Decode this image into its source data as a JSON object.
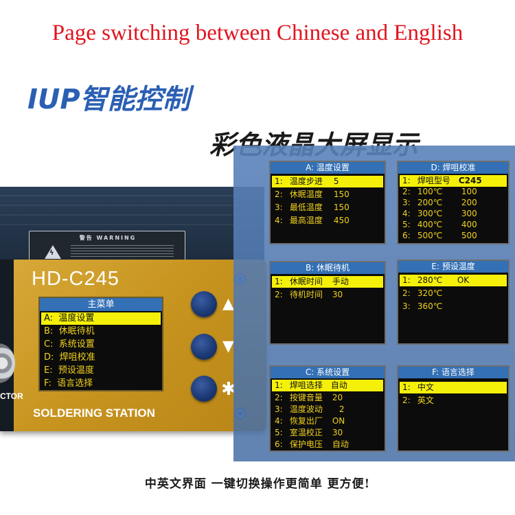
{
  "headline": "Page switching between Chinese and English",
  "title1": "IUP智能控制",
  "title2": "彩色液晶大屏显示",
  "device": {
    "model": "HD-C245",
    "station_label": "SOLDERING STATION",
    "connector_label": "CTOR",
    "warning_label": "警告 WARNING",
    "main_screen": {
      "title": "主菜单",
      "items": [
        {
          "key": "A:",
          "label": "温度设置",
          "selected": true
        },
        {
          "key": "B:",
          "label": "休眠待机",
          "selected": false
        },
        {
          "key": "C:",
          "label": "系统设置",
          "selected": false
        },
        {
          "key": "D:",
          "label": "焊咀校准",
          "selected": false
        },
        {
          "key": "E:",
          "label": "预设温度",
          "selected": false
        },
        {
          "key": "F:",
          "label": "语言选择",
          "selected": false
        }
      ]
    },
    "buttons": [
      {
        "name": "up-button",
        "icon": "triangle-up-icon",
        "glyph": "▲"
      },
      {
        "name": "down-button",
        "icon": "triangle-down-icon",
        "glyph": "▼"
      },
      {
        "name": "star-button",
        "icon": "asterisk-icon",
        "glyph": "✱"
      }
    ]
  },
  "panels": {
    "a": {
      "title": "A: 温度设置",
      "rows": [
        {
          "num": "1:",
          "label": "温度步进",
          "value": "5",
          "selected": true
        },
        {
          "num": "2:",
          "label": "休眠温度",
          "value": "150",
          "selected": false
        },
        {
          "num": "3:",
          "label": "最低温度",
          "value": "150",
          "selected": false
        },
        {
          "num": "4:",
          "label": "最高温度",
          "value": "450",
          "selected": false
        }
      ]
    },
    "d": {
      "title": "D: 焊咀校准",
      "rows": [
        {
          "num": "1:",
          "label": "焊咀型号",
          "value": "C245",
          "selected": true
        },
        {
          "num": "2:",
          "label": "100℃",
          "value": "100",
          "selected": false
        },
        {
          "num": "3:",
          "label": "200℃",
          "value": "200",
          "selected": false
        },
        {
          "num": "4:",
          "label": "300℃",
          "value": "300",
          "selected": false
        },
        {
          "num": "5:",
          "label": "400℃",
          "value": "400",
          "selected": false
        },
        {
          "num": "6:",
          "label": "500℃",
          "value": "500",
          "selected": false
        }
      ]
    },
    "b": {
      "title": "B: 休眠待机",
      "rows": [
        {
          "num": "1:",
          "label": "休眠时间",
          "value": "手动",
          "selected": true
        },
        {
          "num": "2:",
          "label": "待机时间",
          "value": "30",
          "selected": false
        }
      ]
    },
    "e": {
      "title": "E: 预设温度",
      "rows": [
        {
          "num": "1:",
          "label": "280℃",
          "value": "OK",
          "selected": true
        },
        {
          "num": "2:",
          "label": "320℃",
          "value": "",
          "selected": false
        },
        {
          "num": "3:",
          "label": "360℃",
          "value": "",
          "selected": false
        }
      ]
    },
    "c": {
      "title": "C: 系统设置",
      "rows": [
        {
          "num": "1:",
          "label": "焊咀选择",
          "value": "自动",
          "selected": true
        },
        {
          "num": "2:",
          "label": "按键音量",
          "value": "20",
          "selected": false
        },
        {
          "num": "3:",
          "label": "温度波动",
          "value": "2",
          "selected": false
        },
        {
          "num": "4:",
          "label": "恢复出厂",
          "value": "ON",
          "selected": false
        },
        {
          "num": "5:",
          "label": "室温校正",
          "value": "30",
          "selected": false
        },
        {
          "num": "6:",
          "label": "保护电压",
          "value": "自动",
          "selected": false
        }
      ]
    },
    "f": {
      "title": "F: 语言选择",
      "rows": [
        {
          "num": "1:",
          "label": "中文",
          "value": "",
          "selected": true
        },
        {
          "num": "2:",
          "label": "英文",
          "value": "",
          "selected": false
        }
      ]
    }
  },
  "bottom_text": "中英文界面 一键切换操作更简单 更方便!",
  "colors": {
    "headline": "#e0141e",
    "title_blue": "#2b5fb4",
    "panel_gold": "#c89520",
    "lcd_title_bar": "#3370b5",
    "lcd_highlight": "#f5f00a",
    "lcd_text": "#f2d21e"
  }
}
